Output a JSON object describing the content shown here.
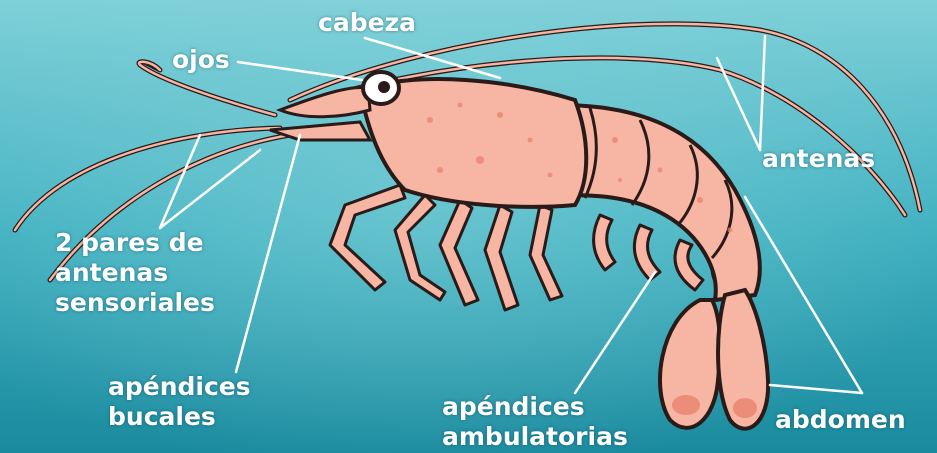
{
  "colors": {
    "background_light": "#5cc0cc",
    "background_dark": "#1c8ea1",
    "shrimp_body": "#f7b5a3",
    "shrimp_spots": "#e8836e",
    "shrimp_outline": "#2a1a18",
    "leader_line": "#ffffff",
    "label_text": "#ffffff"
  },
  "labels": {
    "cabeza": "cabeza",
    "ojos": "ojos",
    "antenas": "antenas",
    "pares_line1": "2 pares de",
    "pares_line2": "antenas",
    "pares_line3": "sensoriales",
    "bucales_line1": "apéndices",
    "bucales_line2": "bucales",
    "ambulatorias_line1": "apéndices",
    "ambulatorias_line2": "ambulatorias",
    "abdomen": "abdomen"
  }
}
